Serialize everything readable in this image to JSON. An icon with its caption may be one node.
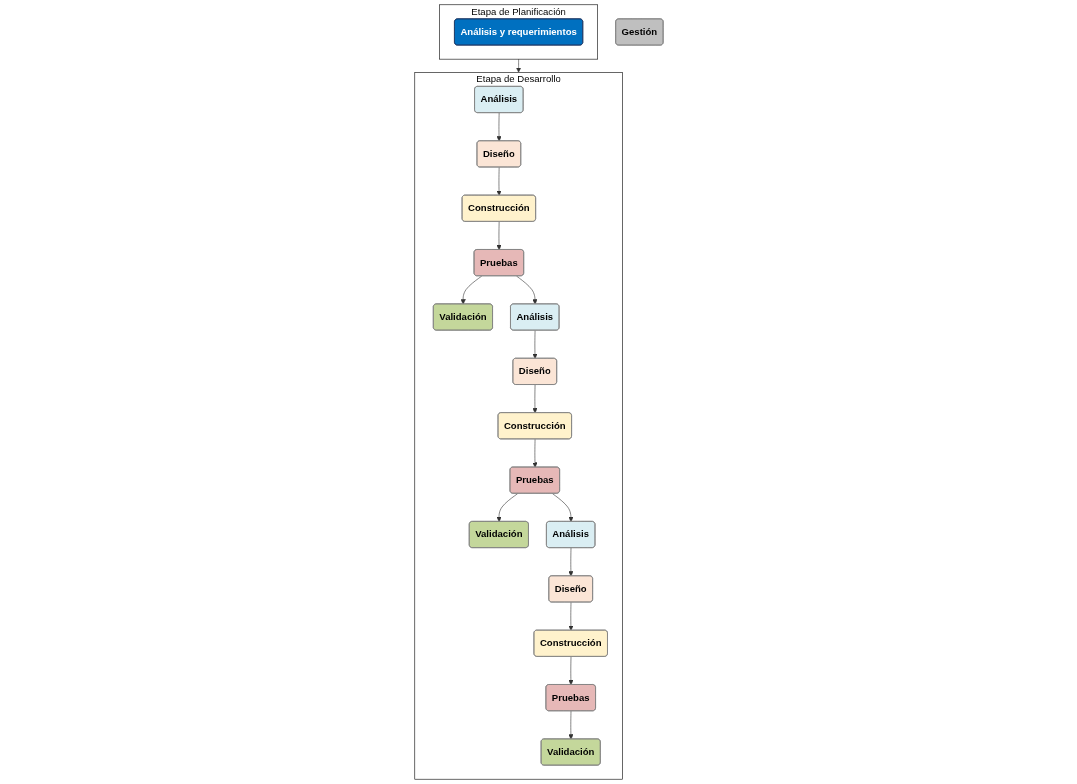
{
  "diagram": {
    "nodes": [
      {
        "text": [
          "Gestión"
        ]
      },
      {
        "text": [
          "Etapa de Planificación"
        ]
      },
      {
        "text": [
          "Análisis y requerimientos"
        ],
        "in": 1
      },
      {
        "text": [
          "Etapa de Desarrollo"
        ]
      },
      {
        "text": [
          "Análisis"
        ],
        "in": 3
      },
      {
        "text": [
          "Diseño"
        ],
        "in": 3
      },
      {
        "text": [
          "Construcción"
        ],
        "in": 3
      },
      {
        "text": [
          "Pruebas"
        ],
        "in": 3
      },
      {
        "text": [
          "Validación"
        ],
        "in": 3
      },
      {
        "text": [
          "Análisis"
        ],
        "in": 3
      },
      {
        "text": [
          "Diseño"
        ],
        "in": 3
      },
      {
        "text": [
          "Construcción"
        ],
        "in": 3
      },
      {
        "text": [
          "Pruebas"
        ],
        "in": 3
      },
      {
        "text": [
          "Validación"
        ],
        "in": 3
      },
      {
        "text": [
          "Análisis"
        ],
        "in": 3
      },
      {
        "text": [
          "Diseño"
        ],
        "in": 3
      },
      {
        "text": [
          "Construcción"
        ],
        "in": 3
      },
      {
        "text": [
          "Pruebas"
        ],
        "in": 3
      },
      {
        "text": [
          "Validación"
        ],
        "in": 3
      }
    ],
    "edges": [
      {
        "from": 1,
        "to": 3,
        "arrow": "to"
      },
      {
        "from": 4,
        "to": 5,
        "arrow": "to"
      },
      {
        "from": 5,
        "to": 6,
        "arrow": "to"
      },
      {
        "from": 6,
        "to": 7,
        "arrow": "to"
      },
      {
        "from": 7,
        "to": 8,
        "arrow": "to"
      },
      {
        "from": 7,
        "to": 9,
        "arrow": "to"
      },
      {
        "from": 9,
        "to": 10,
        "arrow": "to"
      },
      {
        "from": 10,
        "to": 11,
        "arrow": "to"
      },
      {
        "from": 11,
        "to": 12,
        "arrow": "to"
      },
      {
        "from": 12,
        "to": 13,
        "arrow": "to"
      },
      {
        "from": 12,
        "to": 14,
        "arrow": "to"
      },
      {
        "from": 14,
        "to": 15,
        "arrow": "to"
      },
      {
        "from": 15,
        "to": 16,
        "arrow": "to"
      },
      {
        "from": 16,
        "to": 17,
        "arrow": "to"
      },
      {
        "from": 17,
        "to": 18,
        "arrow": "to"
      }
    ]
  }
}
